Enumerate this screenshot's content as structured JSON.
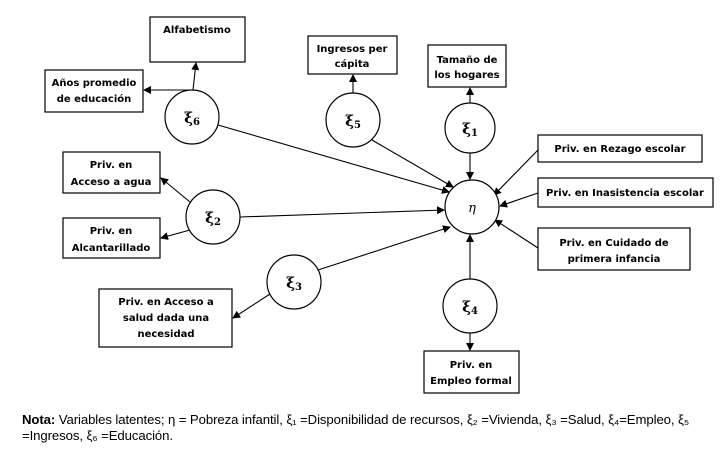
{
  "indicators": {
    "alfabetismo": [
      "Alfabetismo"
    ],
    "anos_educacion": [
      "Años promedio",
      "de educación"
    ],
    "ingresos": [
      "Ingresos per",
      "cápita"
    ],
    "tamano_hogares": [
      "Tamaño de",
      "los hogares"
    ],
    "rezago": [
      "Priv. en Rezago escolar"
    ],
    "inasistencia": [
      "Priv. en Inasistencia escolar"
    ],
    "cuidado": [
      "Priv. en Cuidado de",
      "primera infancia"
    ],
    "agua": [
      "Priv. en",
      "Acceso a agua"
    ],
    "alcantarillado": [
      "Priv. en",
      "Alcantarillado"
    ],
    "salud": [
      "Priv. en Acceso a",
      "salud dada una",
      "necesidad"
    ],
    "empleo": [
      "Priv. en",
      "Empleo formal"
    ]
  },
  "latent": {
    "eta": "η",
    "xi_symbol": "ξ",
    "xi1": "1",
    "xi2": "2",
    "xi3": "3",
    "xi4": "4",
    "xi5": "5",
    "xi6": "6"
  },
  "note": {
    "label": "Nota:",
    "text": " Variables latentes; η = Pobreza infantil, ξ₁ =Disponibilidad de recursos, ξ₂ =Vivienda, ξ₃ =Salud, ξ₄=Empleo, ξ₅ =Ingresos, ξ₆ =Educación."
  }
}
